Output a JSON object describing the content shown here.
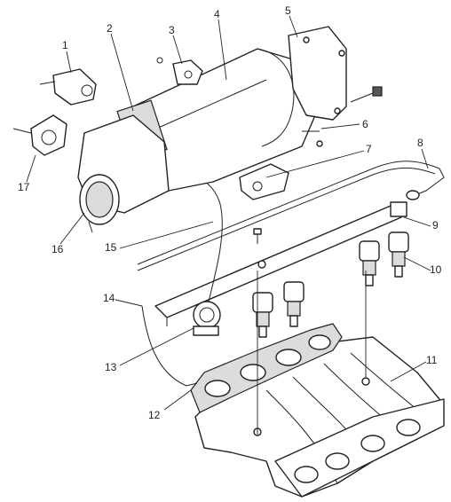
{
  "callouts": [
    "1",
    "2",
    "3",
    "4",
    "5",
    "6",
    "7",
    "8",
    "9",
    "10",
    "11",
    "12",
    "13",
    "14",
    "15",
    "16",
    "17"
  ],
  "colors": {
    "ink": "#222222",
    "paper": "#ffffff",
    "shade": "#dcdcdc"
  }
}
